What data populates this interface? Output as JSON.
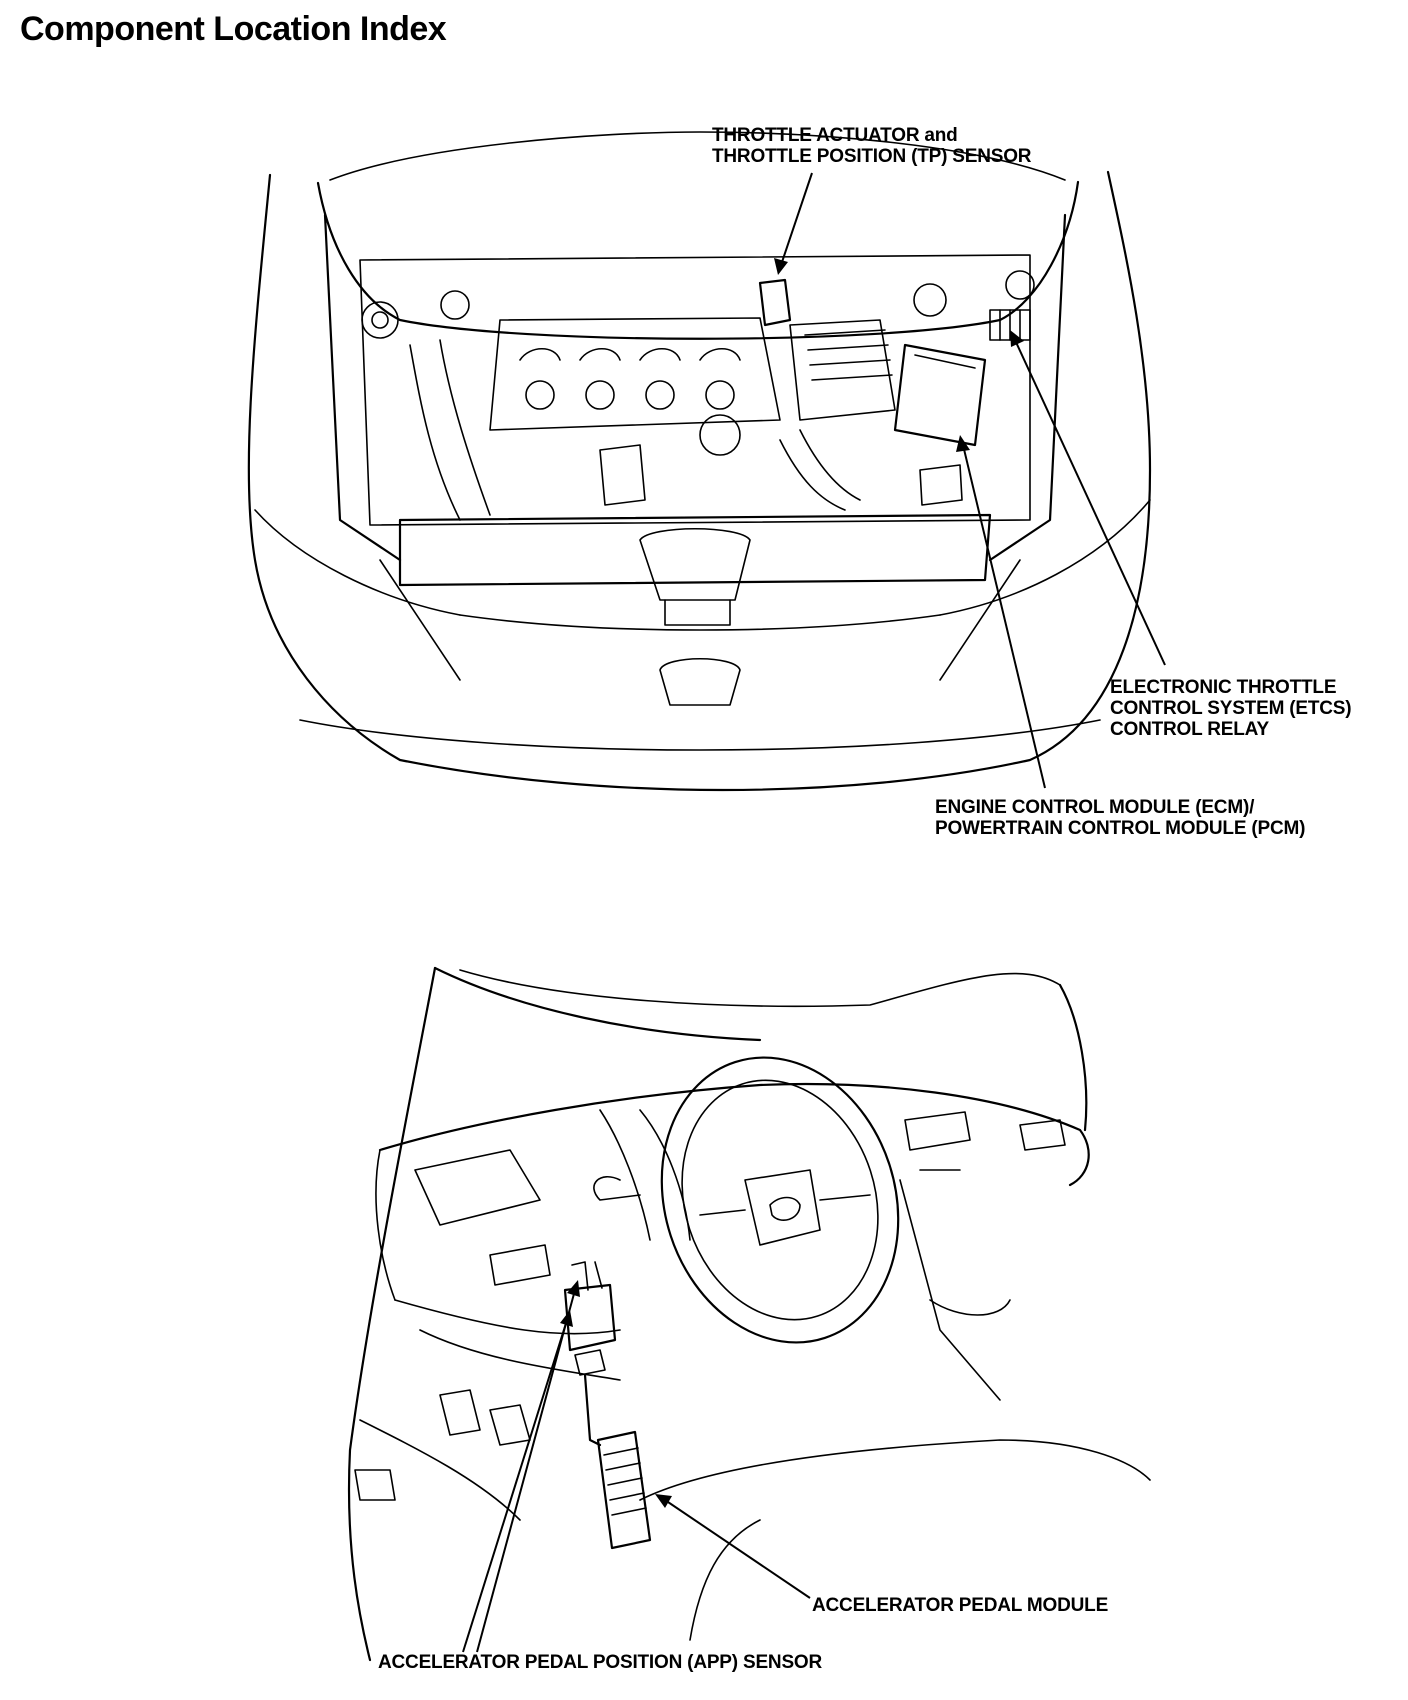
{
  "title": "Component Location Index",
  "engine_bay": {
    "labels": {
      "throttle": [
        "THROTTLE ACTUATOR and",
        "THROTTLE POSITION (TP) SENSOR"
      ],
      "etcs_relay": [
        "ELECTRONIC THROTTLE",
        "CONTROL SYSTEM (ETCS)",
        "CONTROL RELAY"
      ],
      "ecm_pcm": [
        "ENGINE CONTROL MODULE (ECM)/",
        "POWERTRAIN CONTROL MODULE (PCM)"
      ]
    }
  },
  "cabin": {
    "labels": {
      "pedal_module": "ACCELERATOR PEDAL MODULE",
      "app_sensor": "ACCELERATOR PEDAL POSITION (APP) SENSOR"
    }
  }
}
